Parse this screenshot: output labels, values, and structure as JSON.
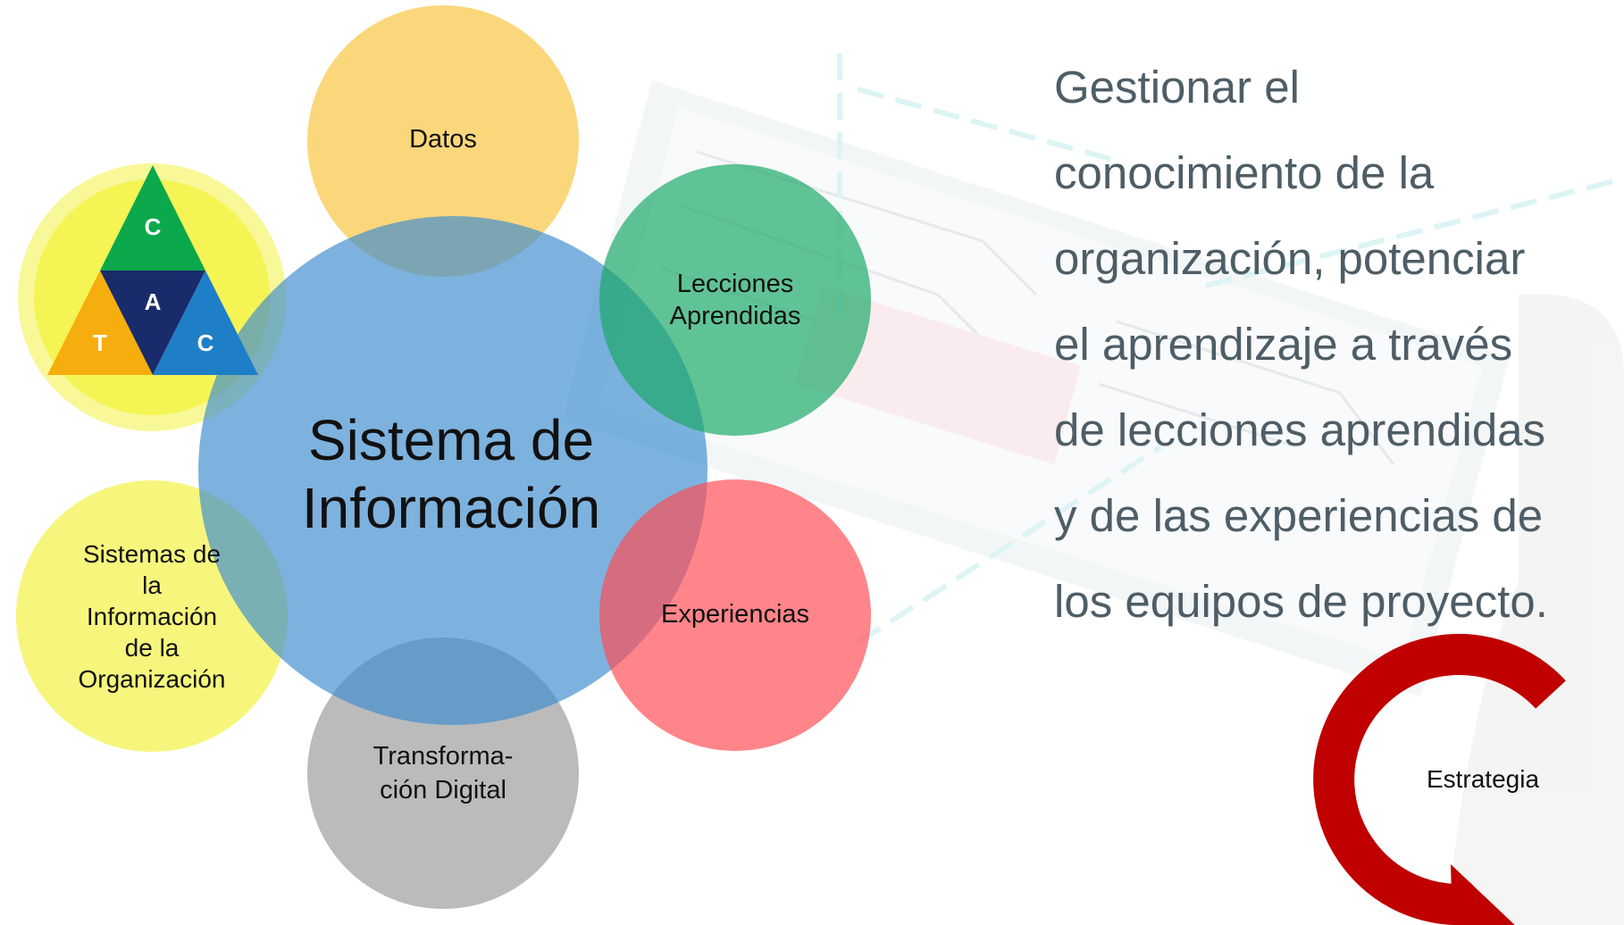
{
  "colors": {
    "datos": "#F9C74A",
    "lecciones": "#18A864",
    "sistema": "#3F8ECF",
    "experiencias": "#FF4B52",
    "transformacion": "#9E9E9E",
    "sistemas_org": "#F3F351",
    "tac_halo": "#F4F455",
    "triangle_top": "#0CA84C",
    "triangle_center": "#1A2B6B",
    "triangle_left": "#F6AE0E",
    "triangle_right": "#1E7FC8",
    "arrow": "#C00000",
    "text_gray": "#4E5D66"
  },
  "tac": {
    "top": "C",
    "center": "A",
    "left": "T",
    "right": "C"
  },
  "nodes": {
    "datos": "Datos",
    "lecciones": [
      "Lecciones",
      "Aprendidas"
    ],
    "sistema": [
      "Sistema de",
      "Información"
    ],
    "experiencias": "Experiencias",
    "transformacion": [
      "Transforma-",
      "ción Digital"
    ],
    "sistemas_org": [
      "Sistemas de",
      "la",
      "Información",
      "de la",
      "Organización"
    ]
  },
  "statement": [
    "Gestionar el",
    "conocimiento de la",
    "organización, potenciar",
    "el aprendizaje a través",
    "de lecciones aprendidas",
    "y de las experiencias de",
    "los equipos de proyecto."
  ],
  "strategy_label": "Estrategia"
}
